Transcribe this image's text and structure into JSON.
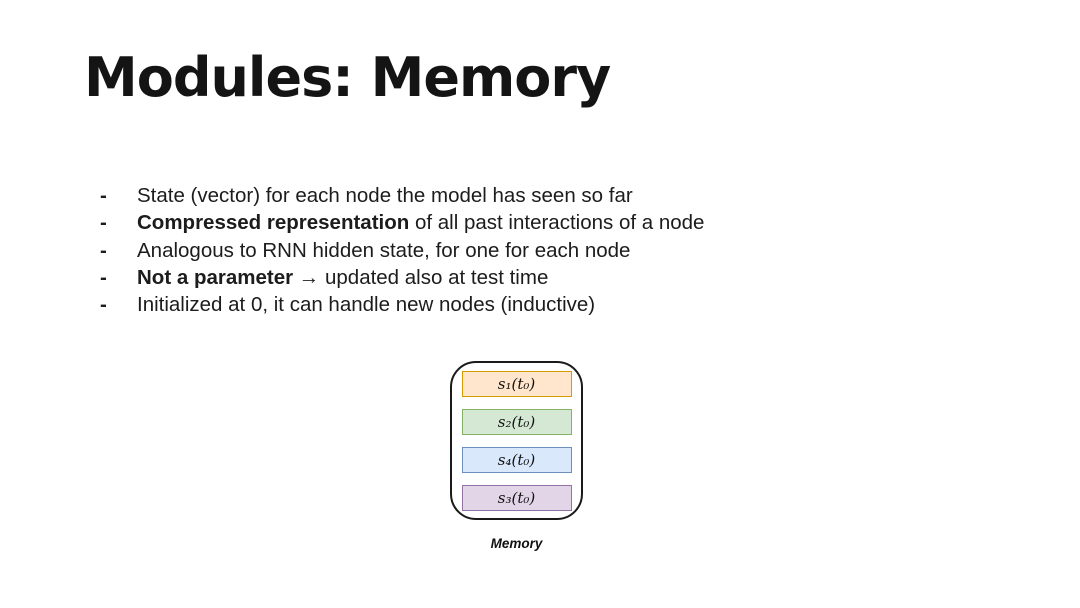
{
  "slide": {
    "title": "Modules: Memory"
  },
  "bullets": [
    {
      "bullet": "-",
      "bold": "",
      "rest": "State (vector) for each node the model has seen so far"
    },
    {
      "bullet": "-",
      "bold": "Compressed representation",
      "rest": " of all past interactions of a node"
    },
    {
      "bullet": "-",
      "bold": "",
      "rest": "Analogous to RNN hidden state, for one for each node"
    },
    {
      "bullet": "-",
      "bold": "Not a parameter",
      "rest": " → updated also at test time"
    },
    {
      "bullet": "-",
      "bold": "",
      "rest": "Initialized at 0, it can handle new nodes (inductive)"
    }
  ],
  "memory": {
    "label": "Memory",
    "cells": [
      {
        "text": "s₁(t₀)",
        "fill": "#FFE6CC",
        "border": "#D79B00"
      },
      {
        "text": "s₂(t₀)",
        "fill": "#D5E8D4",
        "border": "#82B366"
      },
      {
        "text": "s₄(t₀)",
        "fill": "#DAE8FC",
        "border": "#6C8EBF"
      },
      {
        "text": "s₃(t₀)",
        "fill": "#E1D5E7",
        "border": "#9673A6"
      }
    ]
  }
}
